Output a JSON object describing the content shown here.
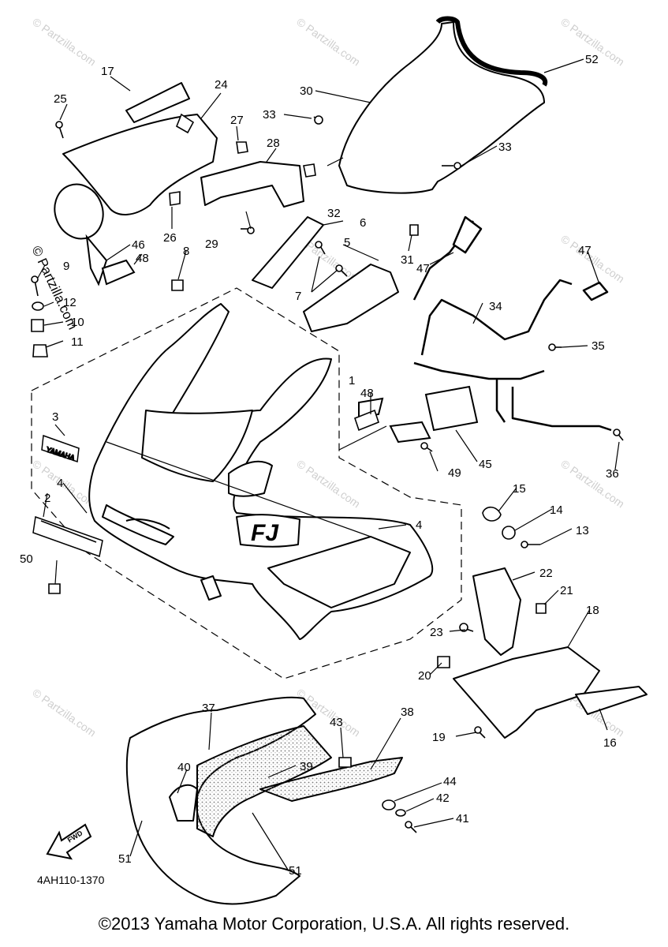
{
  "diagram": {
    "part_numbers": [
      "1",
      "2",
      "3",
      "4",
      "5",
      "6",
      "7",
      "8",
      "9",
      "10",
      "11",
      "12",
      "13",
      "14",
      "15",
      "16",
      "17",
      "18",
      "19",
      "20",
      "21",
      "22",
      "23",
      "24",
      "25",
      "26",
      "27",
      "28",
      "29",
      "30",
      "31",
      "32",
      "33",
      "34",
      "35",
      "36",
      "37",
      "38",
      "39",
      "40",
      "41",
      "42",
      "43",
      "44",
      "45",
      "46",
      "47",
      "48",
      "49",
      "50",
      "51",
      "52"
    ],
    "diagram_code": "4AH110-1370",
    "fairing_brand_text": "YAMAHA",
    "fairing_model_text": "FJ",
    "fwd_arrow_text": "FWD",
    "watermark_text": "© Partzilla.com"
  },
  "footer": {
    "copyright": "©2013 Yamaha Motor Corporation, U.S.A. All rights reserved."
  },
  "colors": {
    "ink": "#000000",
    "background": "#ffffff",
    "watermark": "#cfcfcf",
    "stipple": "#8a8a8a"
  }
}
